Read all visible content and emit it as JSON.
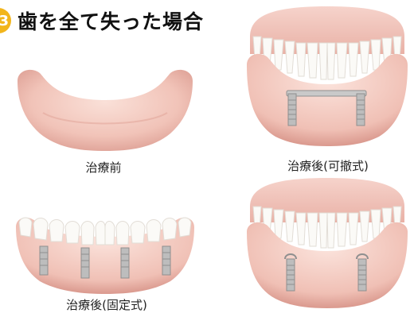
{
  "heading": {
    "number": "3",
    "text": "歯を全て失った場合"
  },
  "panels": [
    {
      "label": "治療前"
    },
    {
      "label": "治療後(可撤式)"
    },
    {
      "label": "治療後(固定式)"
    },
    {
      "label": ""
    }
  ],
  "colors": {
    "badge": "#f2b51b",
    "gum": "#f3c9c0",
    "gum_shadow": "#d99a90",
    "tooth": "#fbfaf7",
    "implant": "#b9b9b9"
  }
}
